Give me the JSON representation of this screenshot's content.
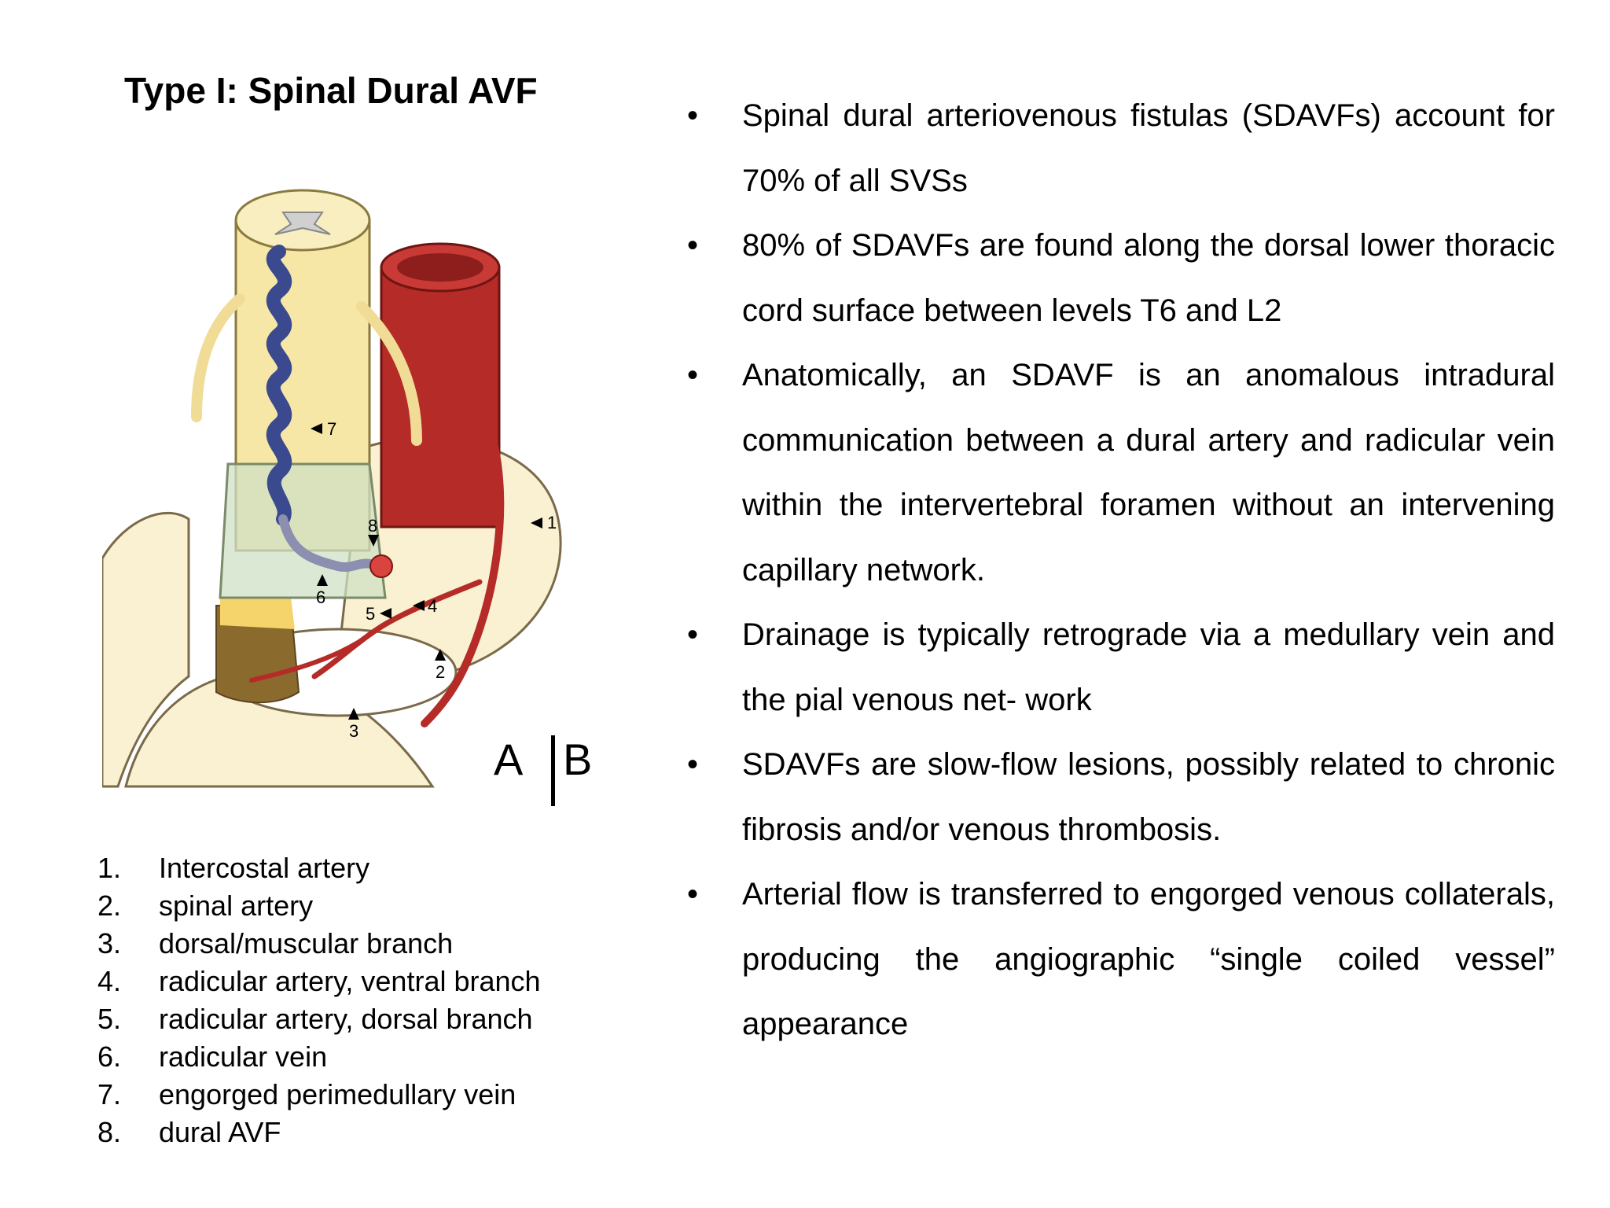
{
  "slide": {
    "title": "Type I: Spinal Dural AVF"
  },
  "figure": {
    "panel_label_a": "A",
    "panel_label_b": "B",
    "markers": [
      "1",
      "2",
      "3",
      "4",
      "5",
      "6",
      "7",
      "8"
    ],
    "colors": {
      "artery": "#b52b27",
      "vein": "#3b4a8f",
      "cord": "#f6e7a6",
      "bone": "#f9f1d2",
      "dura": "#cfe0c4",
      "muscle": "#8b6a2e"
    }
  },
  "legend": [
    {
      "num": "1.",
      "text": "Intercostal artery"
    },
    {
      "num": "2.",
      "text": "spinal artery"
    },
    {
      "num": "3.",
      "text": "dorsal/muscular branch"
    },
    {
      "num": "4.",
      "text": "radicular artery, ventral branch"
    },
    {
      "num": "5.",
      "text": "radicular artery, dorsal branch"
    },
    {
      "num": "6.",
      "text": "radicular vein"
    },
    {
      "num": "7.",
      "text": "engorged perimedullary vein"
    },
    {
      "num": "8.",
      "text": "dural AVF"
    }
  ],
  "bullets": [
    {
      "symbol": "•",
      "text": "Spinal dural arteriovenous fistulas (SDAVFs) account for 70% of all SVSs"
    },
    {
      "symbol": "•",
      "text": "80% of SDAVFs are found along the dorsal lower thoracic cord surface between levels T6 and L2"
    },
    {
      "symbol": "•",
      "text": "Anatomically, an SDAVF is an anomalous intradural communication between a dural artery and radicular vein within the intervertebral foramen without an intervening capillary network."
    },
    {
      "symbol": "•",
      "text": "Drainage is typically retrograde via a medullary vein and the pial venous net- work"
    },
    {
      "symbol": "•",
      "text": "SDAVFs are slow-flow lesions, possibly related to chronic fibrosis and/or venous thrombosis."
    },
    {
      "symbol": "•",
      "text": "Arterial flow is transferred to engorged venous collaterals, producing the angiographic “single coiled vessel” appearance"
    }
  ]
}
